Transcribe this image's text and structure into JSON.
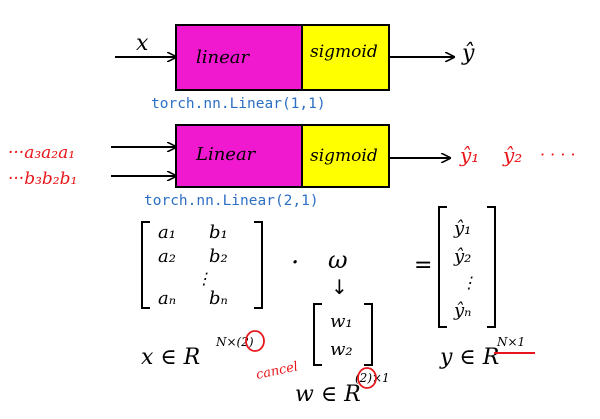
{
  "colors": {
    "linear_fill": "#f019d0",
    "sigmoid_fill": "#ffff00",
    "ink": "#000000",
    "red_ink": "#e8161a",
    "code_blue": "#2c6fc4"
  },
  "diagram1": {
    "input": "x",
    "linear": "linear",
    "sigmoid": "sigmoid",
    "output": "ŷ",
    "code": "torch.nn.Linear(1,1)"
  },
  "diagram2": {
    "input_a": "···a₃a₂a₁",
    "input_b": "···b₃b₂b₁",
    "linear": "Linear",
    "sigmoid": "sigmoid",
    "out1": "ŷ₁",
    "out2": "ŷ₂",
    "out_dots": "· · · ·",
    "code": "torch.nn.Linear(2,1)"
  },
  "matrix_x": {
    "rows": [
      [
        "a₁",
        "b₁"
      ],
      [
        "a₂",
        "b₂"
      ],
      [
        "⋮",
        ""
      ],
      [
        "aₙ",
        "bₙ"
      ]
    ]
  },
  "dot": "·",
  "omega": {
    "symbol": "ω",
    "arrow": "↓",
    "rows": [
      "w₁",
      "w₂"
    ]
  },
  "equals": "=",
  "matrix_y": {
    "rows": [
      "ŷ₁",
      "ŷ₂",
      "⋮",
      "ŷₙ"
    ]
  },
  "bottom": {
    "x_space": "x ∈ R",
    "x_dims": "N×(2)",
    "cancel": "cancel",
    "w_space": "w ∈ R",
    "w_dims": "(2)×1",
    "y_space": "y ∈ R",
    "y_dims": "N×1"
  }
}
